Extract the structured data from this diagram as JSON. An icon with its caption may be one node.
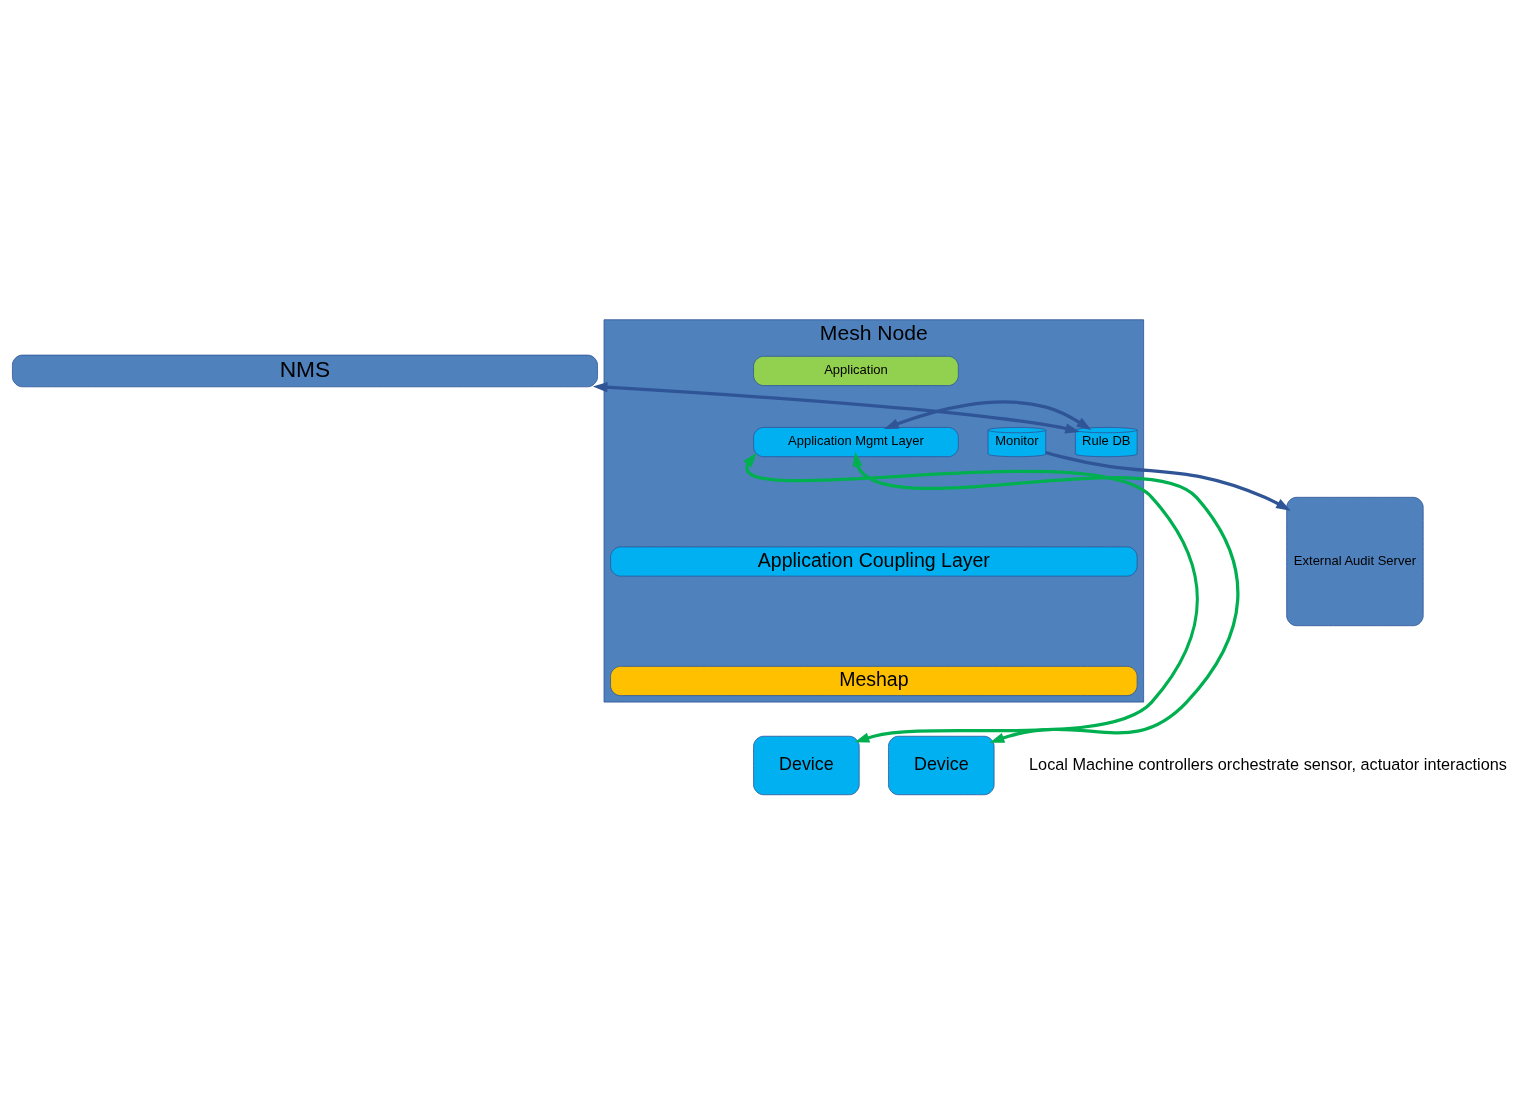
{
  "diagram": {
    "nodes": [
      {
        "text": [
          "NMS"
        ]
      },
      {
        "text": [
          "Mesh Node"
        ]
      },
      {
        "text": [
          "Application"
        ],
        "in": 1
      },
      {
        "text": [
          "Application Mgmt Layer"
        ],
        "in": 1
      },
      {
        "text": [
          "Rule DB"
        ],
        "in": 1
      },
      {
        "text": [
          "Monitor"
        ],
        "in": 1
      },
      {
        "text": [
          "Application Coupling Layer"
        ],
        "in": 1
      },
      {
        "text": [
          "Meshap"
        ],
        "in": 1
      },
      {
        "text": [
          "External Audit Server"
        ]
      },
      {
        "text": [
          "Device"
        ]
      },
      {
        "text": [
          "Device"
        ]
      }
    ],
    "edges": [
      {
        "from": 0,
        "to": 4,
        "arrow": "both"
      },
      {
        "from": 3,
        "to": 4,
        "arrow": "both"
      },
      {
        "from": 5,
        "to": 8,
        "arrow": "to"
      },
      {
        "from": 3,
        "to": 9,
        "arrow": "both",
        "color": "#00b050"
      },
      {
        "from": 3,
        "to": 10,
        "arrow": "both",
        "color": "#00b050"
      }
    ],
    "labels": [
      "Local Machine controllers orchestrate sensor, actuator interactions"
    ]
  }
}
